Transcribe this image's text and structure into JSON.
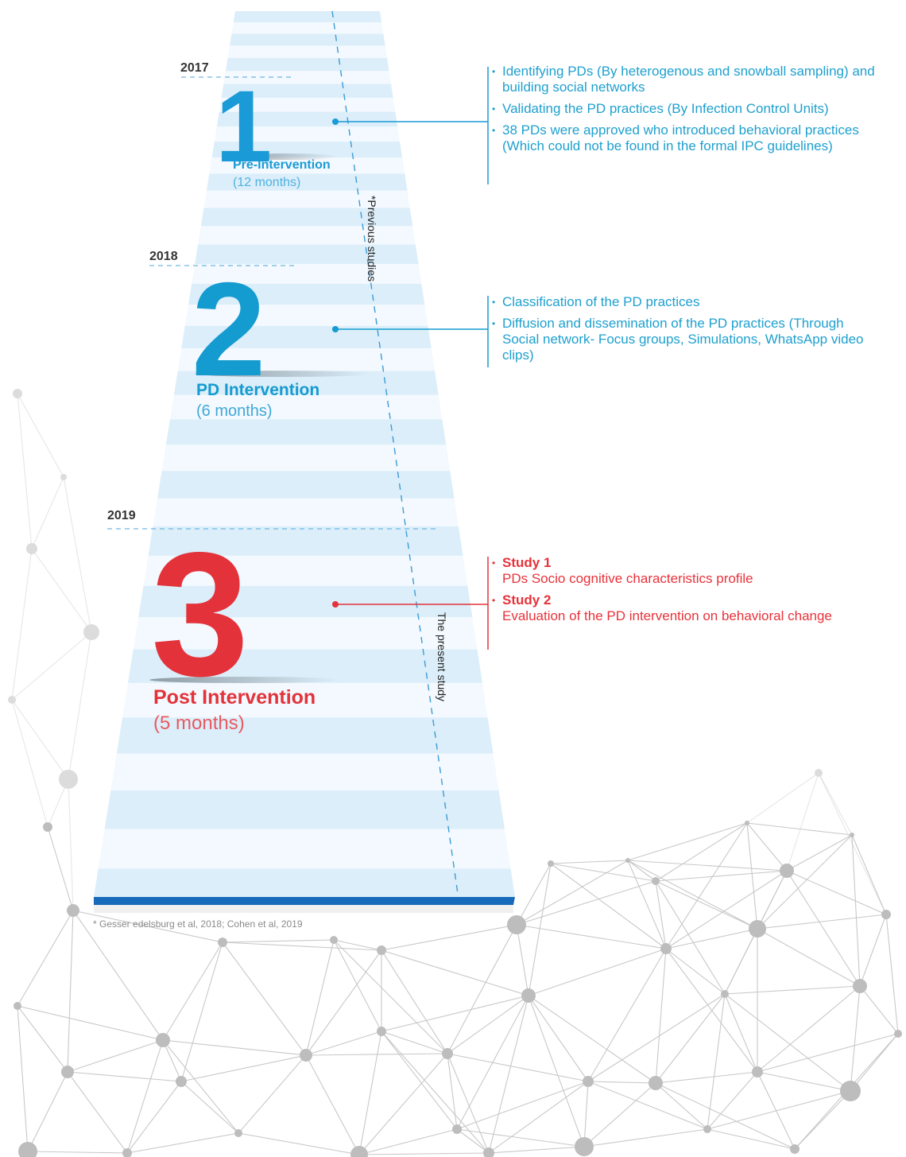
{
  "colors": {
    "phase1": "#1a9ad6",
    "phase2": "#149bd0",
    "phase3": "#e3323a",
    "band_light": "#f3f9fe",
    "band_dark": "#dbeefa",
    "base_bar": "#1769b9",
    "network": "#c8c8c8"
  },
  "phases": [
    {
      "year": "2017",
      "number": "1",
      "title": "Pre-Intervention",
      "duration": "(12 months)",
      "bullets": [
        "Identifying PDs (By heterogenous and snowball sampling) and building social networks",
        "Validating the PD practices (By Infection Control Units)",
        "38 PDs were approved who introduced behavioral practices (Which could not be found in the formal IPC guidelines)"
      ]
    },
    {
      "year": "2018",
      "number": "2",
      "title": "PD Intervention",
      "duration": "(6 months)",
      "bullets": [
        "Classification of the PD practices",
        "Diffusion and dissemination of the PD practices (Through Social network- Focus groups, Simulations, WhatsApp video clips)"
      ]
    },
    {
      "year": "2019",
      "number": "3",
      "title": "Post Intervention",
      "duration": "(5 months)",
      "studies": [
        {
          "title": "Study 1",
          "text": "PDs Socio cognitive characteristics profile"
        },
        {
          "title": "Study 2",
          "text": "Evaluation of the PD intervention on behavioral change"
        }
      ]
    }
  ],
  "labels": {
    "previous": "*Previous studies",
    "present": "The present study"
  },
  "footnote": "* Gesser edelsburg et al, 2018; Cohen et al, 2019"
}
